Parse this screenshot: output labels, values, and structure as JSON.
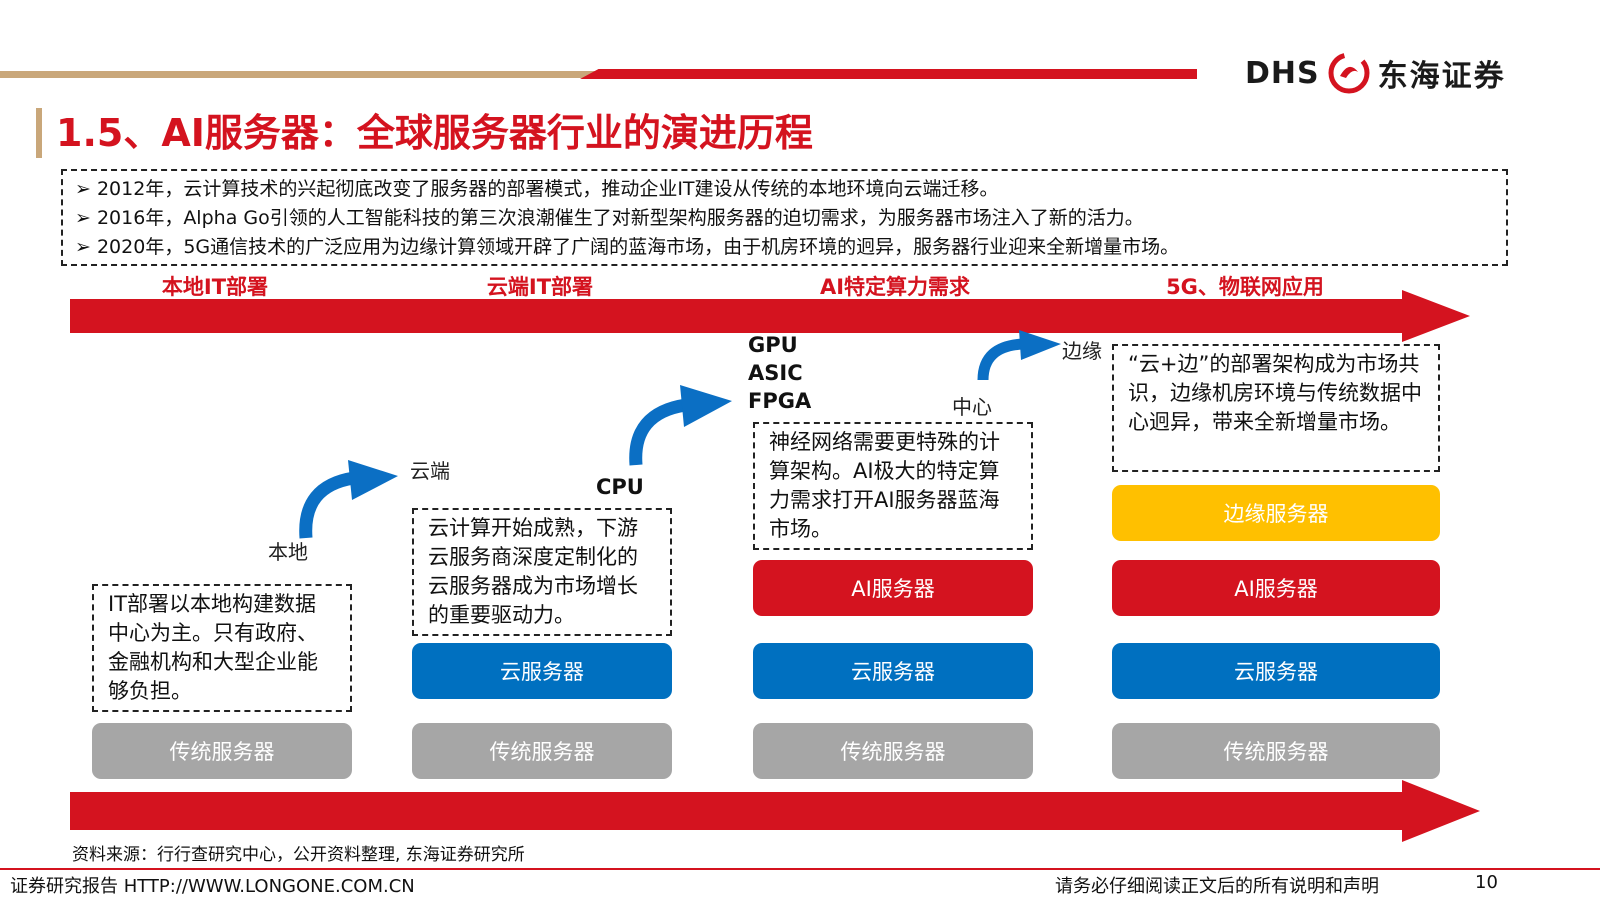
{
  "header": {
    "logo_latin": "DHS",
    "logo_chinese": "东海证券",
    "title": "1.5、AI服务器：全球服务器行业的演进历程"
  },
  "intro": [
    "➢ 2012年，云计算技术的兴起彻底改变了服务器的部署模式，推动企业IT建设从传统的本地环境向云端迁移。",
    "➢ 2016年，Alpha Go引领的人工智能科技的第三次浪潮催生了对新型架构服务器的迫切需求，为服务器市场注入了新的活力。",
    "➢ 2020年，5G通信技术的广泛应用为边缘计算领域开辟了广阔的蓝海市场，由于机房环境的迥异，服务器行业迎来全新增量市场。"
  ],
  "stages": [
    {
      "label": "本地IT部署"
    },
    {
      "label": "云端IT部署"
    },
    {
      "label": "AI特定算力需求"
    },
    {
      "label": "5G、物联网应用"
    }
  ],
  "transitions": {
    "t1_from": "本地",
    "t1_to": "云端",
    "t2_from": "CPU",
    "t2_to_lines": [
      "GPU",
      "ASIC",
      "FPGA"
    ],
    "t3_from": "中心",
    "t3_to": "边缘"
  },
  "descriptions": {
    "col1": "IT部署以本地构建数据中心为主。只有政府、金融机构和大型企业能够负担。",
    "col2": "云计算开始成熟，下游云服务商深度定制化的云服务器成为市场增长的重要驱动力。",
    "col3": "神经网络需要更特殊的计算架构。AI极大的特定算力需求打开AI服务器蓝海市场。",
    "col4": "“云+边”的部署架构成为市场共识，边缘机房环境与传统数据中心迥异，带来全新增量市场。"
  },
  "servers": {
    "traditional": "传统服务器",
    "cloud": "云服务器",
    "ai": "AI服务器",
    "edge": "边缘服务器"
  },
  "colors": {
    "accent_red": "#d4131f",
    "gold": "#c9a77a",
    "blue": "#0070c0",
    "grey": "#a6a6a6",
    "yellow": "#ffc000",
    "arrow_blue": "#0b6fc4"
  },
  "footer": {
    "source": "资料来源：行行查研究中心，公开资料整理, 东海证券研究所",
    "left": "证券研究报告 HTTP://WWW.LONGONE.COM.CN",
    "right": "请务必仔细阅读正文后的所有说明和声明",
    "page": "10"
  }
}
